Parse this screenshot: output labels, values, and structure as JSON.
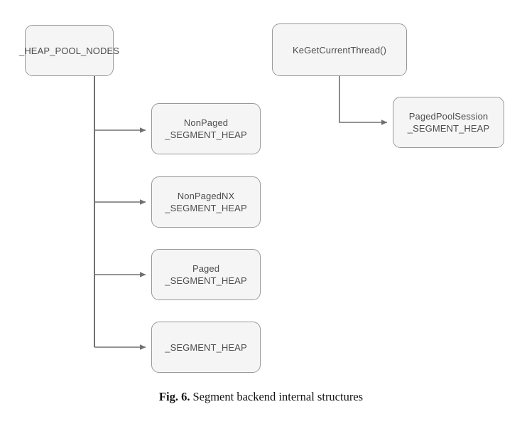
{
  "figure": {
    "caption_label": "Fig. 6.",
    "caption_text": "Segment backend internal structures",
    "colors": {
      "node_fill": "#f5f5f5",
      "node_border": "#999999",
      "node_text": "#4d4d4d",
      "edge": "#707070",
      "background": "#ffffff",
      "caption_text": "#111111"
    }
  },
  "nodes": {
    "heap_pool_nodes": {
      "line1": "_HEAP_POOL_NODES"
    },
    "nonpaged_segment_heap": {
      "line1": "NonPaged",
      "line2": "_SEGMENT_HEAP"
    },
    "nonpagednx_segment_heap": {
      "line1": "NonPagedNX",
      "line2": "_SEGMENT_HEAP"
    },
    "paged_segment_heap": {
      "line1": "Paged",
      "line2": "_SEGMENT_HEAP"
    },
    "segment_heap": {
      "line1": "_SEGMENT_HEAP"
    },
    "ke_get_current_thread": {
      "line1": "KeGetCurrentThread()"
    },
    "pagedpoolsession_segment_heap": {
      "line1": "PagedPoolSession",
      "line2": "_SEGMENT_HEAP"
    }
  }
}
